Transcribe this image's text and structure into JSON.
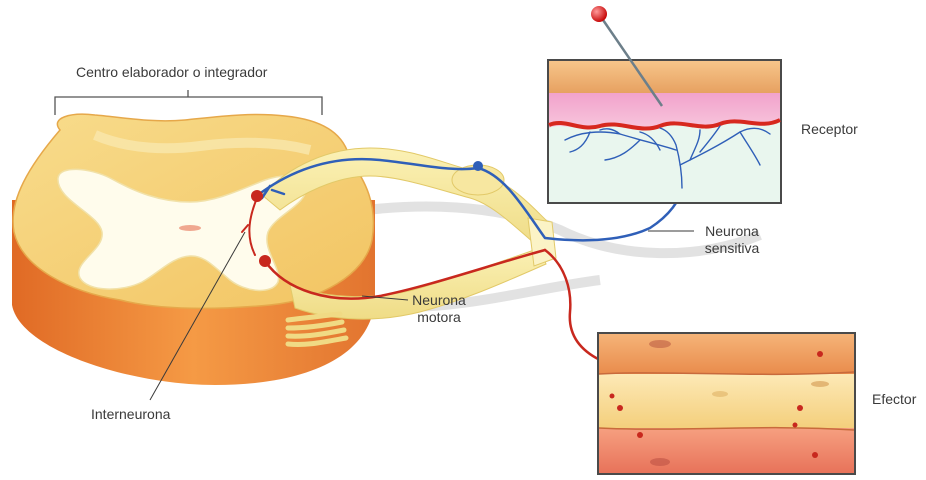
{
  "labels": {
    "integrator": "Centro elaborador o integrador",
    "receptor": "Receptor",
    "sensory_line1": "Neurona",
    "sensory_line2": "sensitiva",
    "motor_line1": "Neurona",
    "motor_line2": "motora",
    "interneuron": "Interneurona",
    "effector": "Efector"
  },
  "colors": {
    "sensory_neuron": "#2f5fb8",
    "motor_neuron": "#c8281e",
    "nerve": "#f3e79a",
    "grey_matter": "#fffbe8",
    "white_matter": "#f6d27a",
    "cord_side": "#e8782f",
    "skin_top": "#f0b46e",
    "skin_pink": "#f4a6c8",
    "muscle": "#f2a35a"
  }
}
